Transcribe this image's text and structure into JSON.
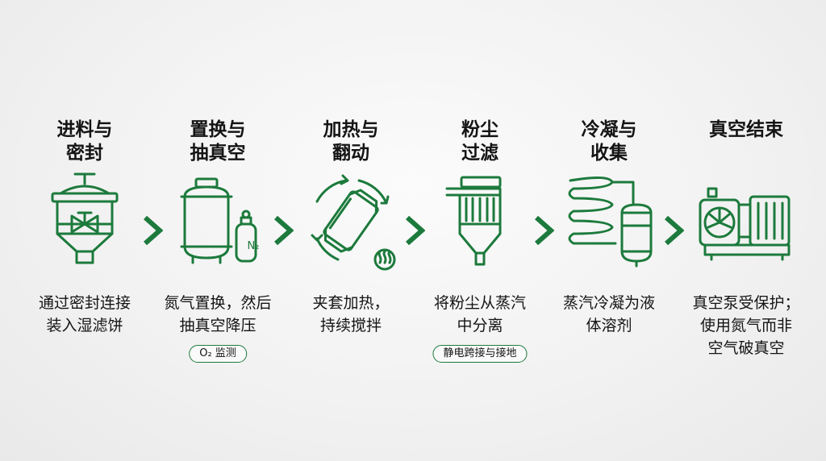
{
  "accent_color": "#1c7a3c",
  "steps": [
    {
      "title": [
        "进料与",
        "密封"
      ],
      "icon": "hopper-valve-icon",
      "desc": [
        "通过密封连接",
        "装入湿滤饼"
      ]
    },
    {
      "title": [
        "置换与",
        "抽真空"
      ],
      "icon": "vessel-nitrogen-cylinder-icon",
      "nitrogen_label": "N₂",
      "desc": [
        "氮气置换，然后",
        "抽真空降压"
      ],
      "badge": "O₂ 监测"
    },
    {
      "title": [
        "加热与",
        "翻动"
      ],
      "icon": "rotating-drum-heat-icon",
      "desc": [
        "夹套加热，",
        "持续搅拌"
      ]
    },
    {
      "title": [
        "粉尘",
        "过滤"
      ],
      "icon": "dust-filter-icon",
      "desc": [
        "将粉尘从蒸汽",
        "中分离"
      ],
      "badge": "静电跨接与接地"
    },
    {
      "title": [
        "冷凝与",
        "收集"
      ],
      "icon": "condenser-coil-icon",
      "desc": [
        "蒸汽冷凝为液",
        "体溶剂"
      ]
    },
    {
      "title": [
        "真空结束"
      ],
      "icon": "vacuum-pump-icon",
      "desc": [
        "真空泵受保护；",
        "使用氮气而非",
        "空气破真空"
      ]
    }
  ]
}
